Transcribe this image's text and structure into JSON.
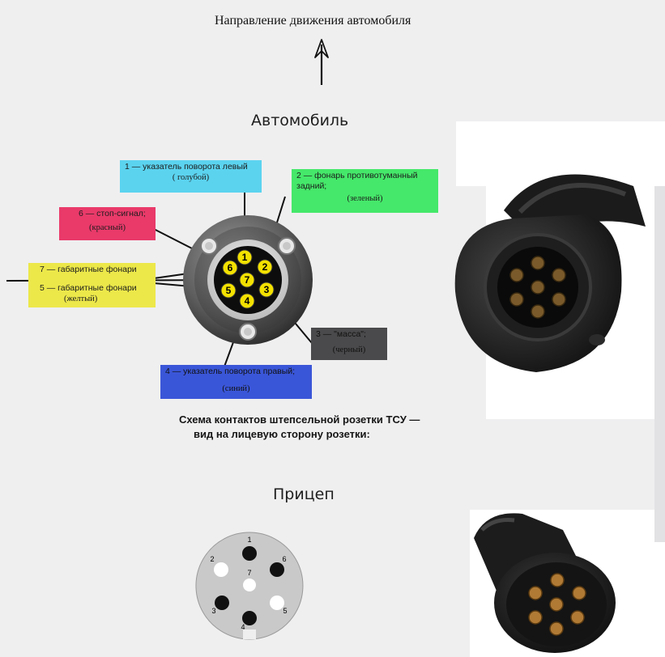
{
  "header": {
    "direction_text": "Направление движения автомобиля"
  },
  "car": {
    "heading": "Автомобиль",
    "labels": {
      "pin1": {
        "main": "1 — указатель поворота левый",
        "sub": "( голубой)"
      },
      "pin2": {
        "main": "2 — фонарь противотуманный задний;",
        "sub": "(зеленый)"
      },
      "pin6": {
        "main": "6 — стоп-сигнал;",
        "sub": "(красный)"
      },
      "pin7": {
        "main": "7 — габаритные фонари"
      },
      "pin5": {
        "main": "5 — габаритные фонари",
        "sub": "(желтый)"
      },
      "pin3": {
        "main": "3 — \"масса\";",
        "sub": "(черный)"
      },
      "pin4": {
        "main": "4 — указатель поворота правый;",
        "sub": "(синий)"
      }
    },
    "socket_pins": [
      "1",
      "2",
      "3",
      "4",
      "5",
      "6",
      "7"
    ],
    "caption_line1": "Схема контактов штепсельной розетки ТСУ —",
    "caption_line2": "вид на лицевую сторону розетки:"
  },
  "trailer": {
    "heading": "Прицеп",
    "plug_pins": [
      "1",
      "2",
      "3",
      "4",
      "5",
      "6",
      "7"
    ]
  },
  "colors": {
    "blue_label": "#5bd3ef",
    "green_label": "#45e86a",
    "red_label": "#e93a6a",
    "yellow_label": "#ece84a",
    "gray_label": "#4a4a4c",
    "navy_label": "#3a56d8",
    "pin_yellow": "#f3e100",
    "background": "#efeff0"
  }
}
